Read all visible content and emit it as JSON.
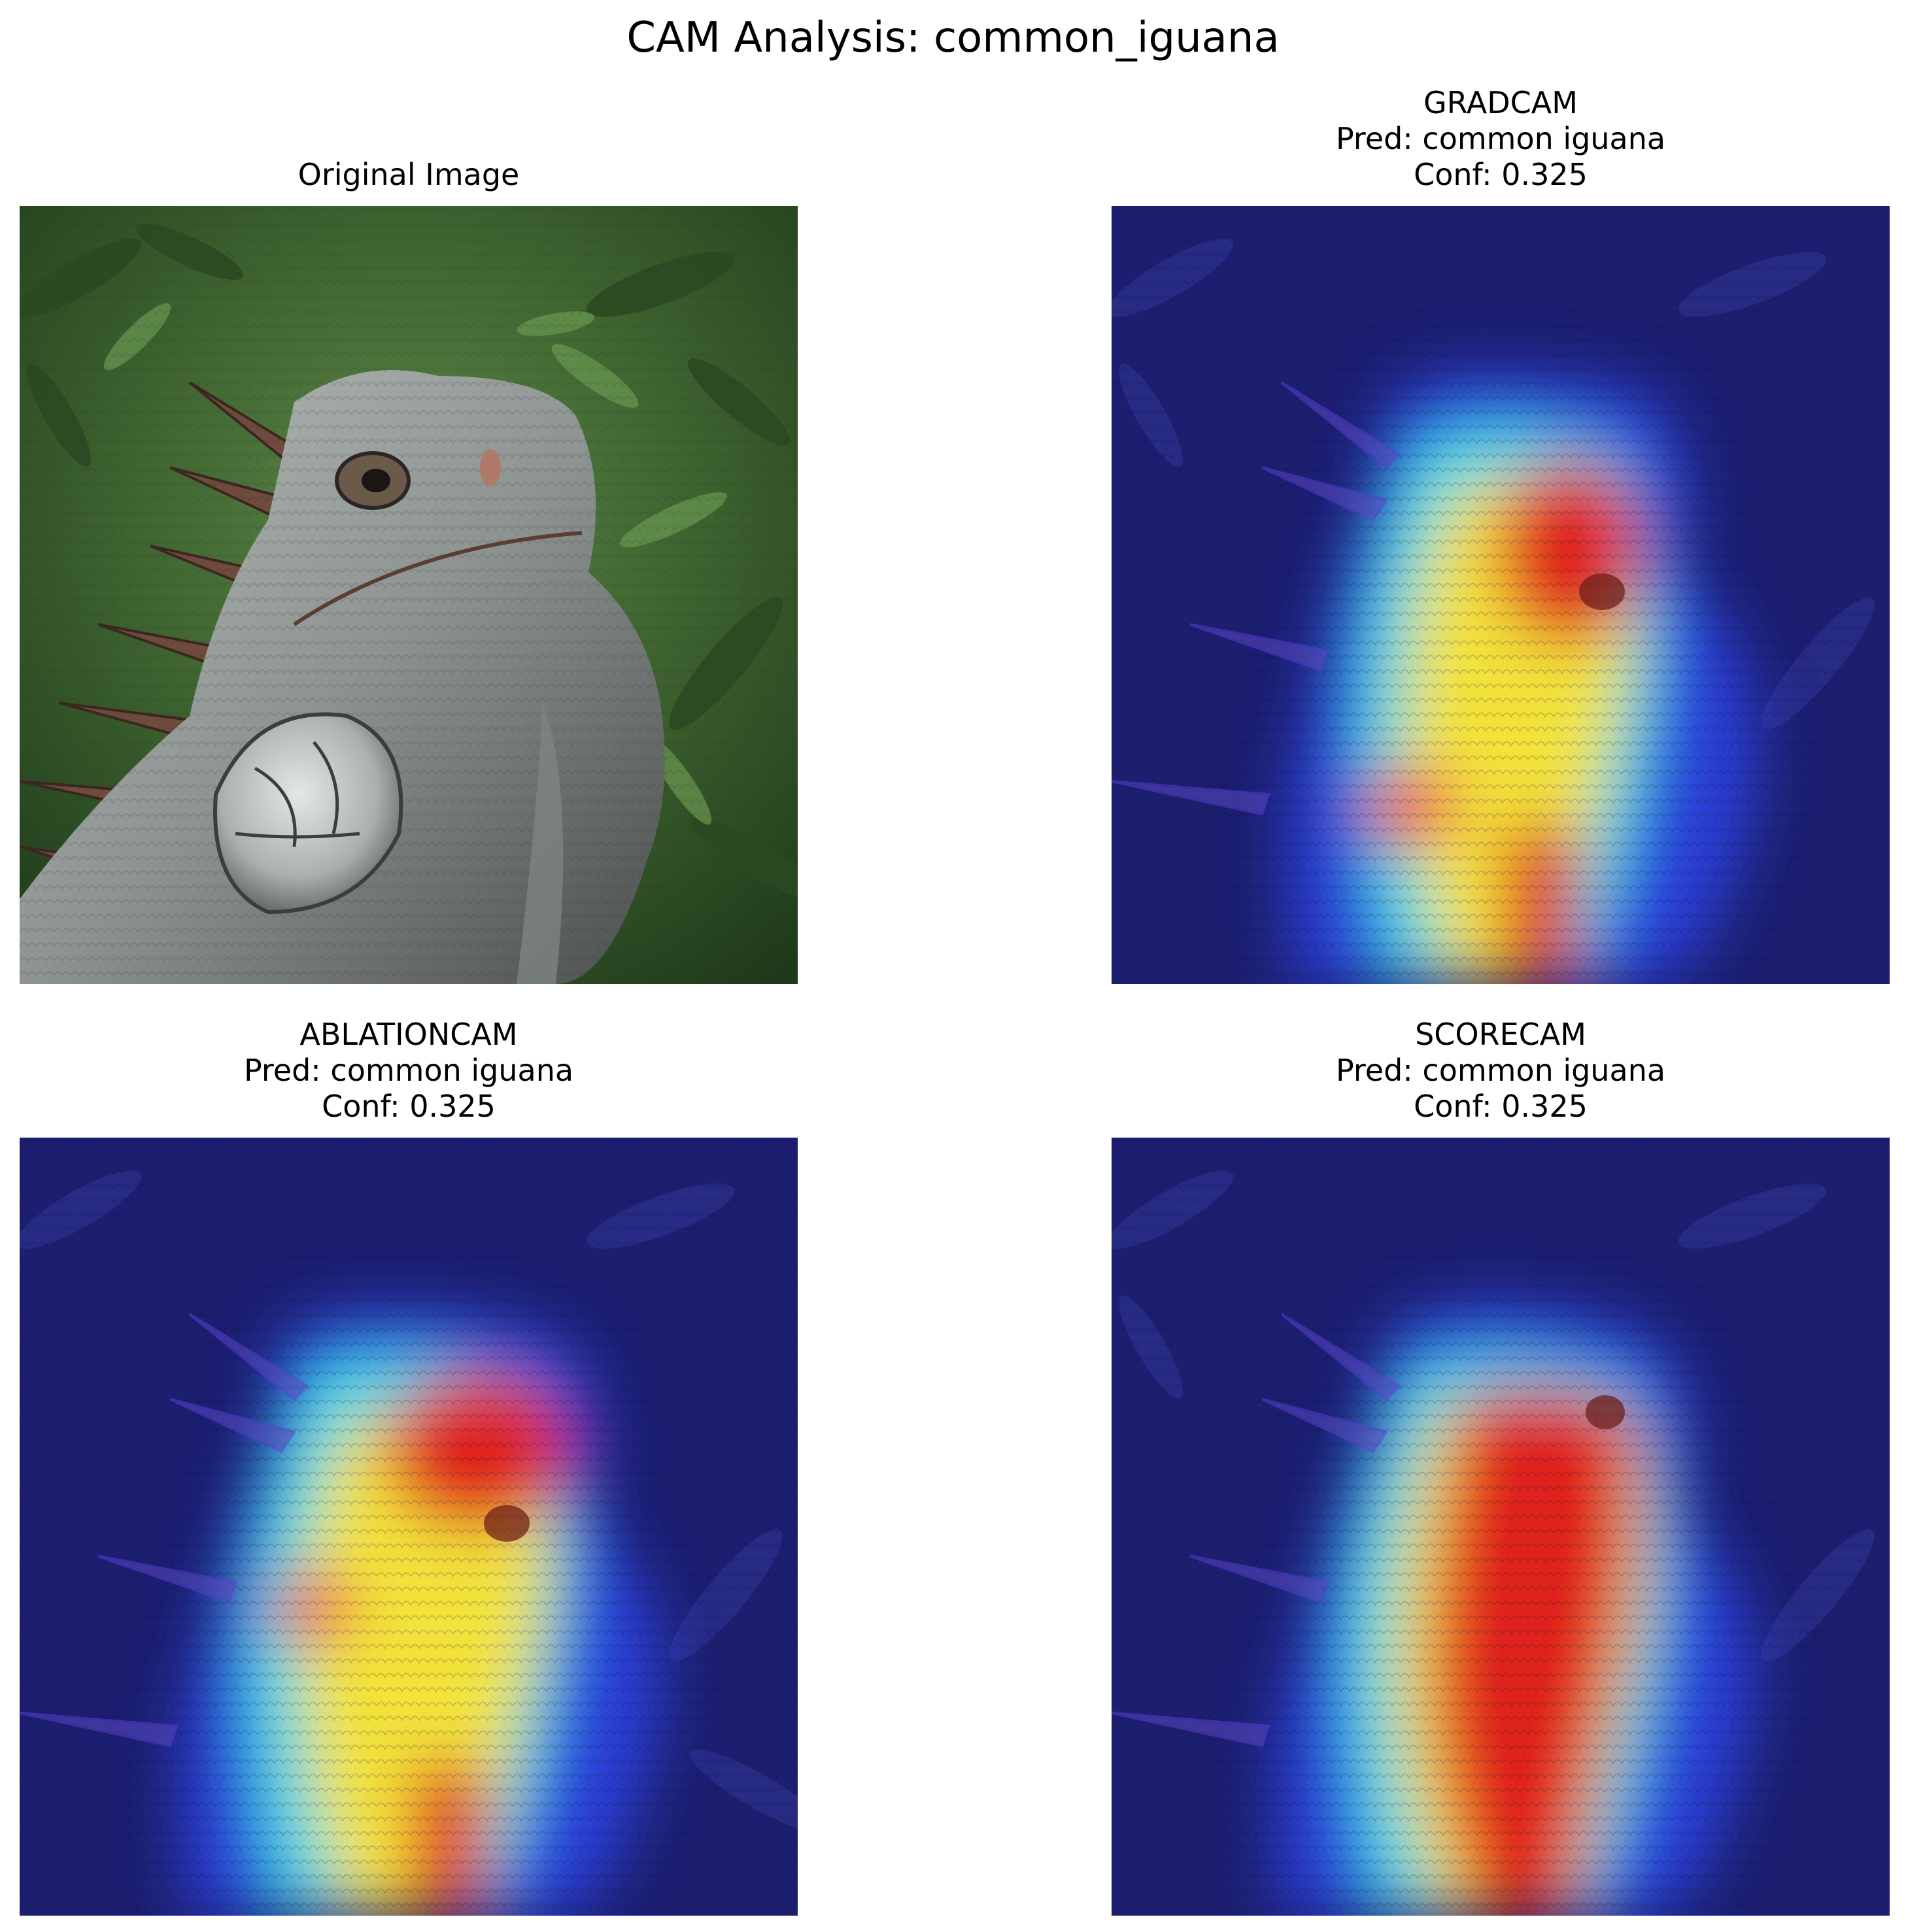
{
  "figure": {
    "title": "CAM Analysis: common_iguana"
  },
  "panels": [
    {
      "method": "Original Image",
      "pred": "",
      "conf": ""
    },
    {
      "method": "GRADCAM",
      "pred": "Pred: common iguana",
      "conf": "Conf: 0.325"
    },
    {
      "method": "ABLATIONCAM",
      "pred": "Pred: common iguana",
      "conf": "Conf: 0.325"
    },
    {
      "method": "SCORECAM",
      "pred": "Pred: common iguana",
      "conf": "Conf: 0.325"
    }
  ],
  "colors": {
    "foliage_dark": "#1f3a1a",
    "foliage_light": "#4f7a3a",
    "iguana_skin": "#9aa3a2",
    "iguana_shadow": "#3d403f",
    "heat_red": "#e0201a",
    "heat_yellow": "#f2e23a",
    "heat_cyan": "#3fd8e8",
    "heat_blue": "#1a1a9a",
    "overlay_navy": "#1c1f70"
  }
}
